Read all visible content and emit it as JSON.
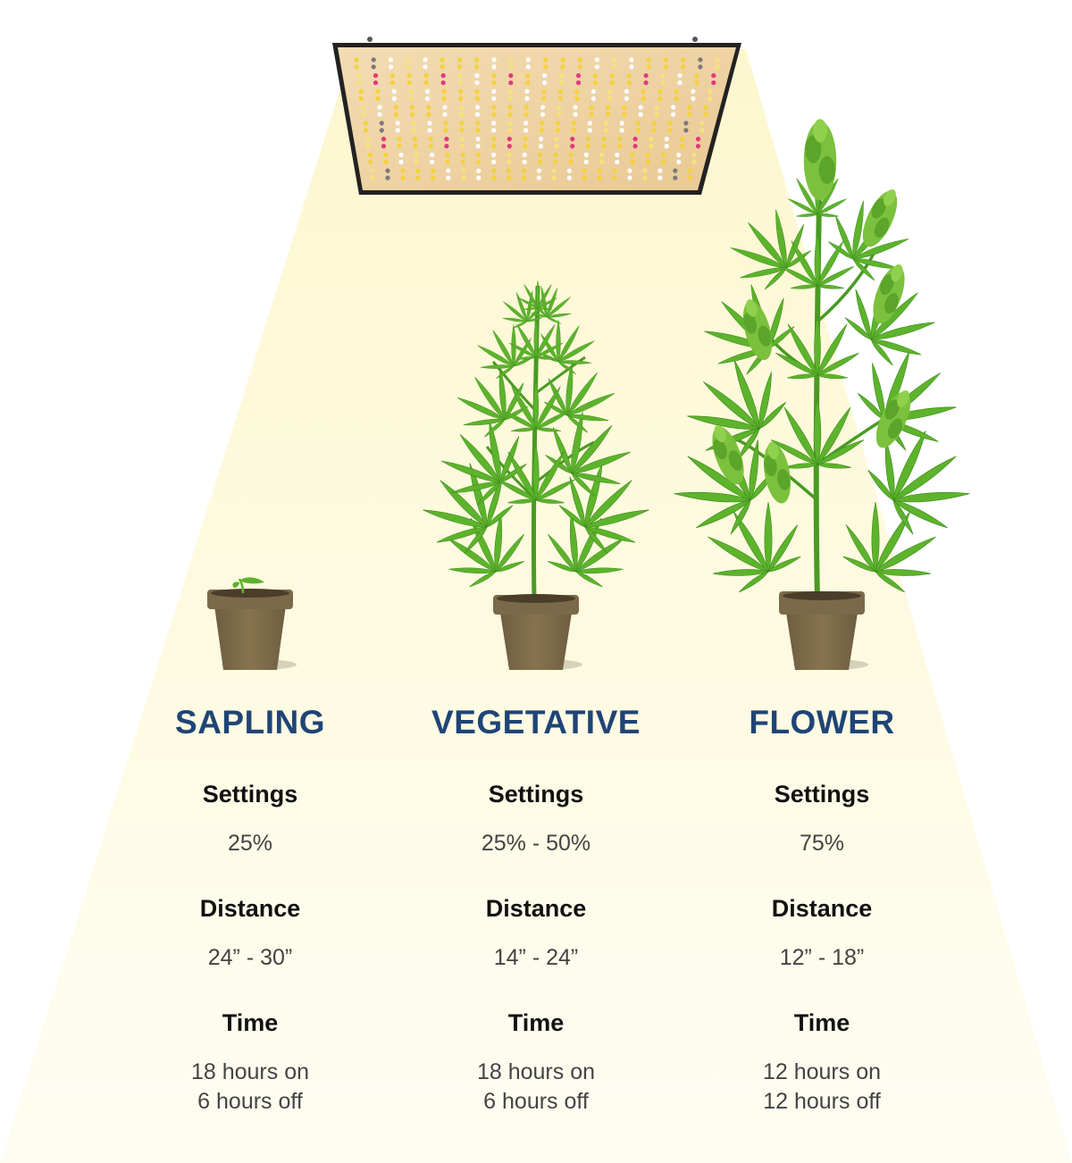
{
  "colors": {
    "title": "#1f4476",
    "label": "#111111",
    "value": "#444444",
    "beam": "#fefbe1",
    "leaf": "#5db32c",
    "leaf_dark": "#3d8b1c",
    "pot": "#7b6a4a",
    "pot_rim": "#6b5a3e",
    "panel": "#f0d6a8"
  },
  "stages": [
    {
      "title": "SAPLING",
      "settings_label": "Settings",
      "settings_value": "25%",
      "distance_label": "Distance",
      "distance_value": "24” - 30”",
      "time_label": "Time",
      "time_on": "18 hours on",
      "time_off": "6 hours off"
    },
    {
      "title": "VEGETATIVE",
      "settings_label": "Settings",
      "settings_value": "25% - 50%",
      "distance_label": "Distance",
      "distance_value": "14” - 24”",
      "time_label": "Time",
      "time_on": "18 hours on",
      "time_off": "6 hours off"
    },
    {
      "title": "FLOWER",
      "settings_label": "Settings",
      "settings_value": "75%",
      "distance_label": "Distance",
      "distance_value": "12” - 18”",
      "time_label": "Time",
      "time_on": "12 hours on",
      "time_off": "12 hours off"
    }
  ]
}
